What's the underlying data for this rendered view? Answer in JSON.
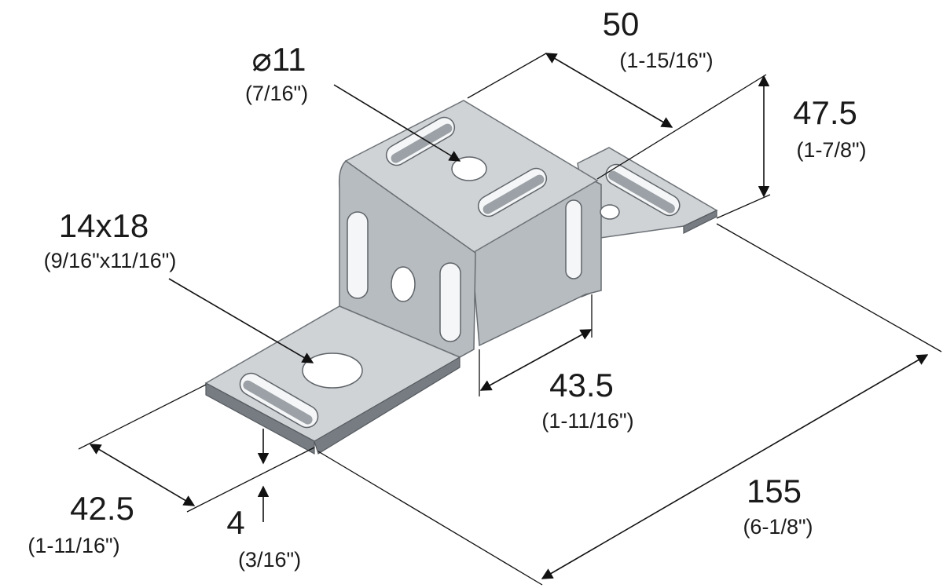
{
  "dimensions": {
    "hole_round": {
      "main": "⌀11",
      "sub": "(7/16\")"
    },
    "width_top": {
      "main": "50",
      "sub": "(1-15/16\")"
    },
    "height": {
      "main": "47.5",
      "sub": "(1-7/8\")"
    },
    "slot_hole": {
      "main": "14x18",
      "sub": "(9/16\"x11/16\")"
    },
    "inner_width": {
      "main": "43.5",
      "sub": "(1-11/16\")"
    },
    "flange_width": {
      "main": "42.5",
      "sub": "(1-11/16\")"
    },
    "thickness": {
      "main": "4",
      "sub": "(3/16\")"
    },
    "length": {
      "main": "155",
      "sub": "(6-1/8\")"
    }
  }
}
